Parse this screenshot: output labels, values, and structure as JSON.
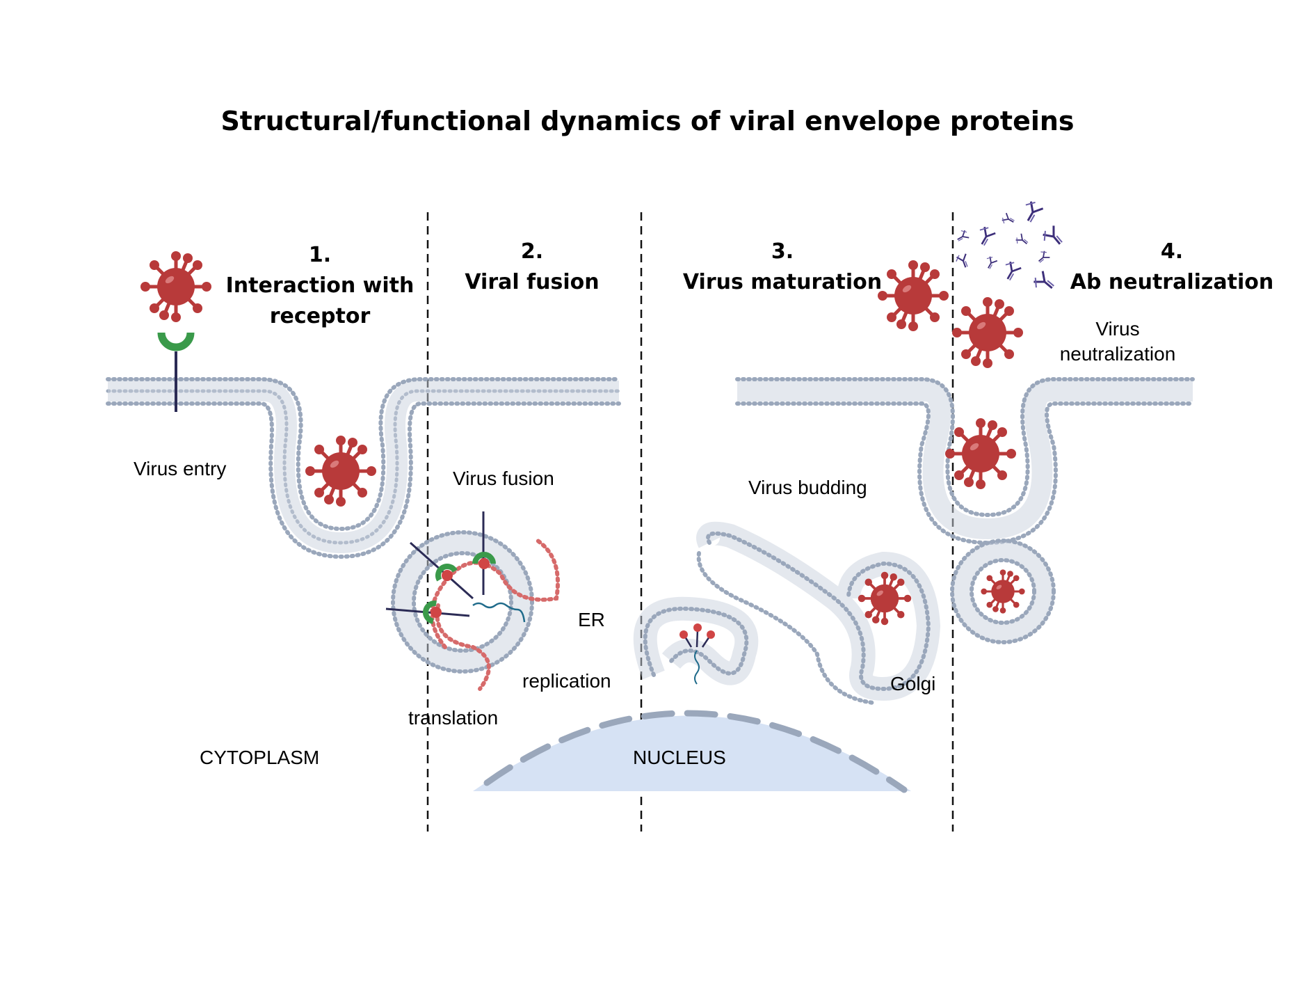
{
  "title": "Structural/functional dynamics of viral envelope proteins",
  "steps": [
    {
      "number": "1.",
      "line1": "Interaction with",
      "line2": "receptor"
    },
    {
      "number": "2.",
      "line1": "Viral fusion"
    },
    {
      "number": "3.",
      "line1": "Virus maturation"
    },
    {
      "number": "4.",
      "line1": "Ab neutralization"
    }
  ],
  "labels": {
    "virus_entry": "Virus entry",
    "virus_fusion": "Virus fusion",
    "er": "ER",
    "replication": "replication",
    "translation": "translation",
    "cytoplasm": "CYTOPLASM",
    "nucleus": "NUCLEUS",
    "virus_budding": "Virus budding",
    "golgi": "Golgi",
    "virus_neutralization_line1": "Virus",
    "virus_neutralization_line2": "neutralization"
  },
  "colors": {
    "virus": "#b83a3a",
    "receptor": "#3a9a4a",
    "membrane": "#9aa7bb",
    "er_membrane": "#d66a6a",
    "nucleus": "#d6e2f4",
    "antibody": "#3d2f7a"
  }
}
